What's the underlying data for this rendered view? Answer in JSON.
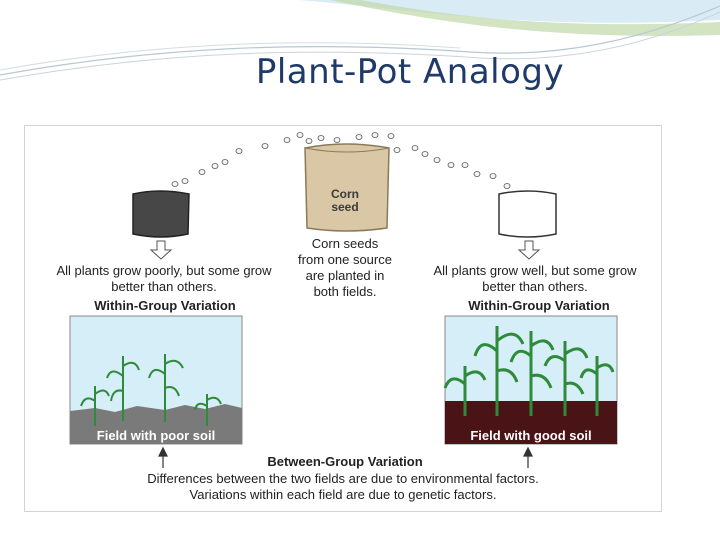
{
  "slide": {
    "title": "Plant-Pot Analogy"
  },
  "figure": {
    "seed_bag_label_line1": "Corn",
    "seed_bag_label_line2": "seed",
    "center_caption": [
      "Corn seeds",
      "from one source",
      "are planted in",
      "both fields."
    ],
    "left_caption": [
      "All plants grow poorly, but some grow",
      "better than others."
    ],
    "right_caption": [
      "All plants grow well, but some grow",
      "better than others."
    ],
    "left_variation_label": "Within-Group Variation",
    "right_variation_label": "Within-Group Variation",
    "left_field_label": "Field with poor soil",
    "right_field_label": "Field with good soil",
    "between_label": "Between-Group Variation",
    "bottom_lines": [
      "Differences between the two fields are due to environmental factors.",
      "Variations within each field are due to genetic factors."
    ],
    "colors": {
      "poor_soil": "#7a7a7a",
      "good_soil": "#4a1416",
      "sky": "#d6eef8",
      "plant": "#2e8b3a",
      "bag": "#d9c7a6",
      "title": "#1f3a68"
    }
  }
}
